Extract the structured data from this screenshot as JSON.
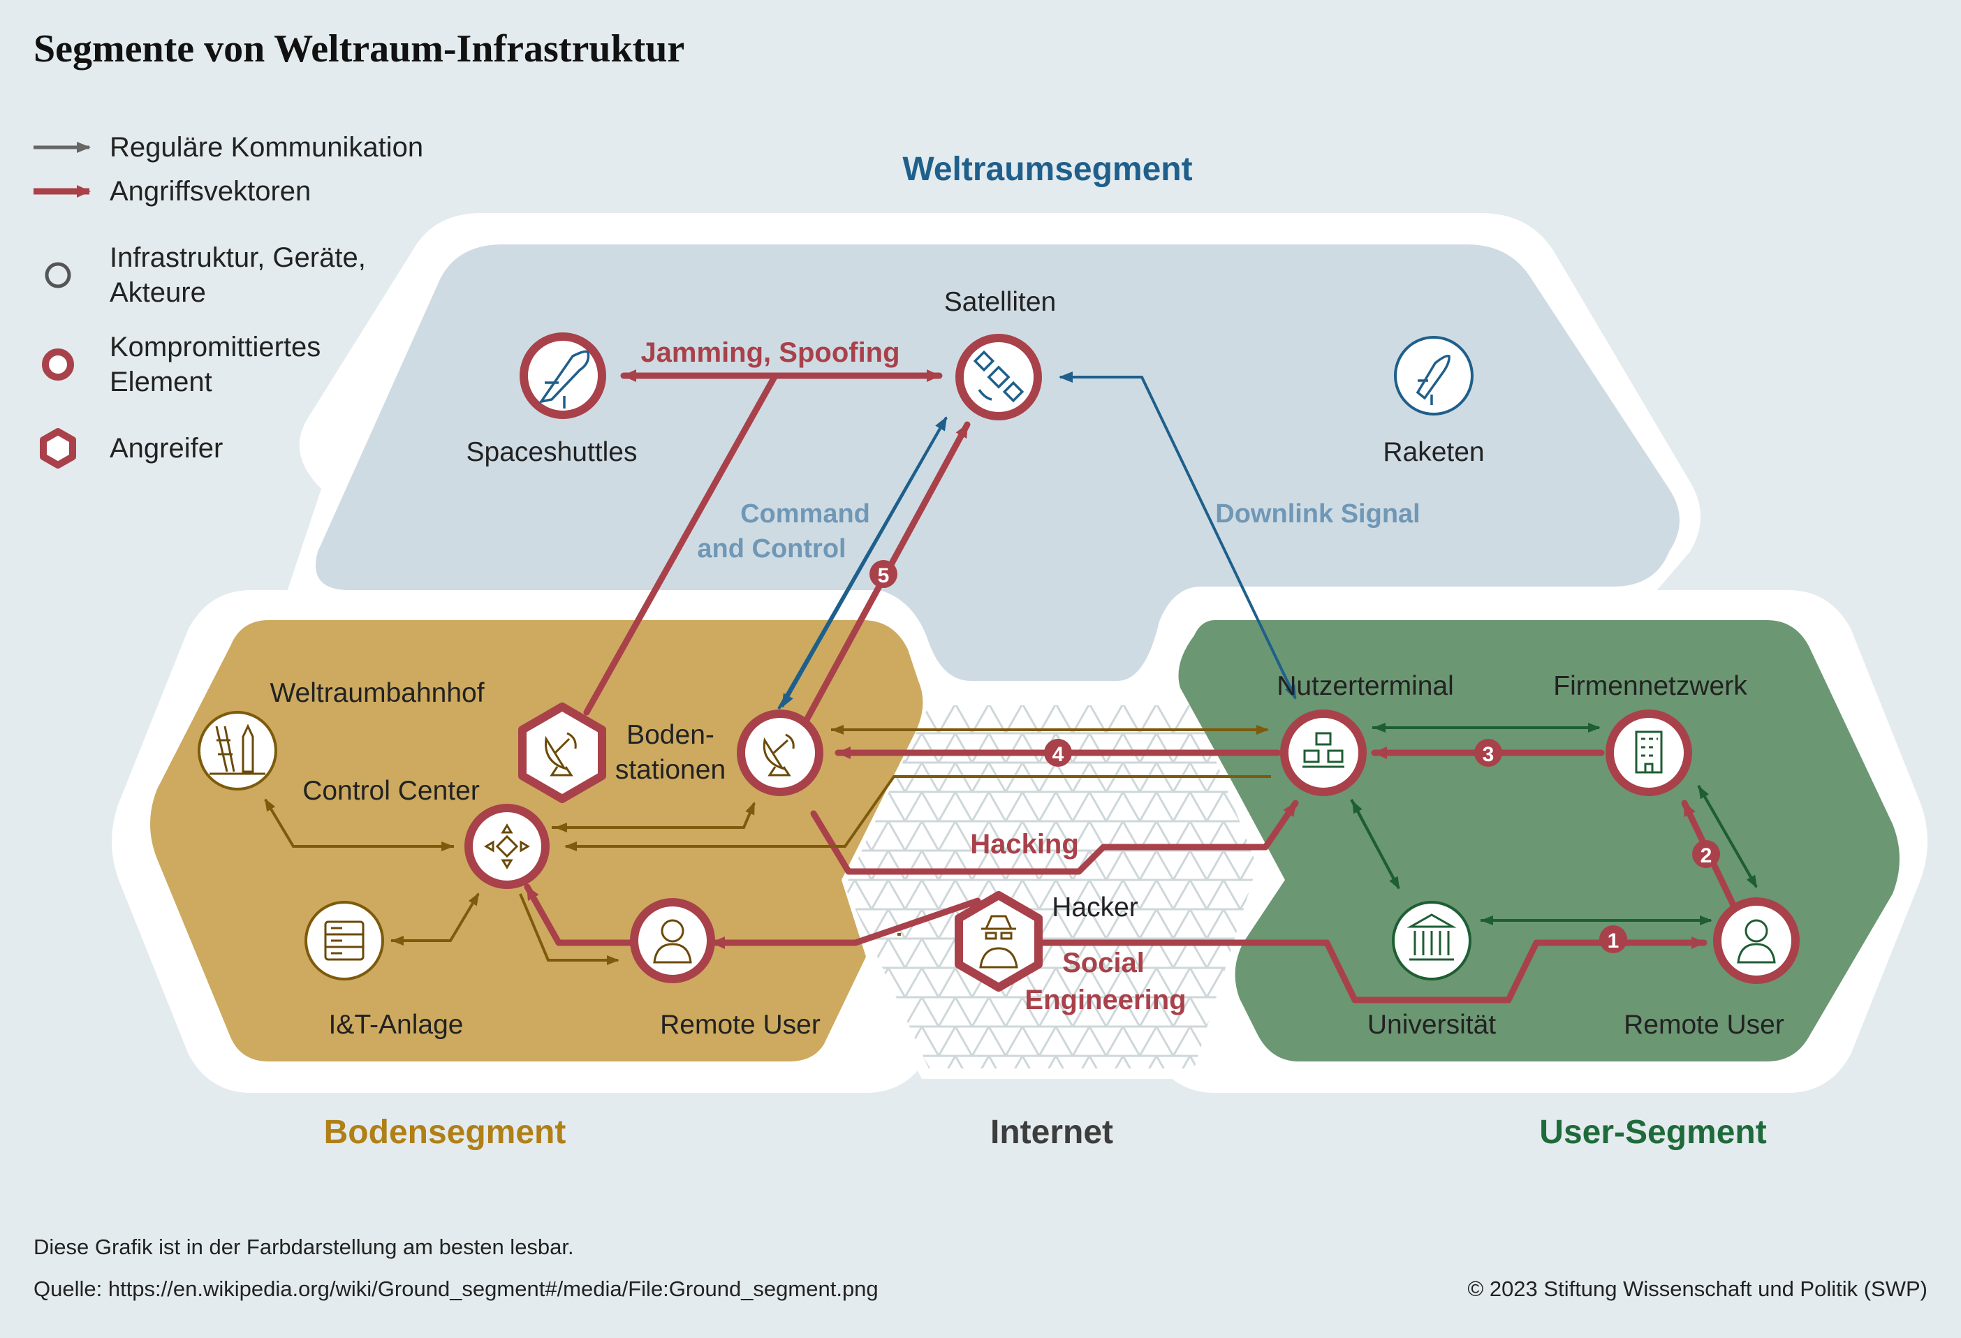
{
  "title": "Segmente von Weltraum-Infrastruktur",
  "legend": {
    "regular": "Reguläre Kommunikation",
    "attack": "Angriffsvektoren",
    "infra_line1": "Infrastruktur, Geräte,",
    "infra_line2": "Akteure",
    "comp_line1": "Kompromittiertes",
    "comp_line2": "Element",
    "attacker": "Angreifer"
  },
  "segments": {
    "space": "Weltraumsegment",
    "ground": "Bodensegment",
    "internet": "Internet",
    "user": "User-Segment"
  },
  "nodes": {
    "satelliten": "Satelliten",
    "spaceshuttles": "Spaceshuttles",
    "raketen": "Raketen",
    "weltraumbahnhof": "Weltraumbahnhof",
    "bodenstationen_1": "Boden-",
    "bodenstationen_2": "stationen",
    "control_center": "Control Center",
    "it_anlage": "I&T-Anlage",
    "remote_user_ground": "Remote User",
    "hacker": "Hacker",
    "nutzerterminal": "Nutzerterminal",
    "firmennetzwerk": "Firmennetzwerk",
    "universitaet": "Universität",
    "remote_user_user": "Remote User"
  },
  "labels": {
    "jamming": "Jamming, Spoofing",
    "command_1": "Command",
    "command_2": "and Control",
    "downlink": "Downlink Signal",
    "hacking": "Hacking",
    "social_1": "Social",
    "social_2": "Engineering"
  },
  "badges": [
    "1",
    "2",
    "3",
    "4",
    "5"
  ],
  "footer": {
    "note": "Diese Grafik ist in der Farbdarstellung am besten lesbar.",
    "source": "Quelle: https://en.wikipedia.org/wiki/Ground_segment#/media/File:Ground_segment.png",
    "copyright": "© 2023 Stiftung Wissenschaft und Politik (SWP)"
  },
  "colors": {
    "background": "#e3ebee",
    "space_fill": "#cfdbe3",
    "ground_fill": "#cdaa5f",
    "user_fill": "#6b9773",
    "attack": "#a9414a",
    "space_blue": "#1f5f8b",
    "ground_brown": "#7d5a0c",
    "user_green": "#1e5e33",
    "label_blue_light": "#6f97b6",
    "ground_title": "#b07f16",
    "user_title": "#1f6a3a",
    "internet_title": "#3d3d3d"
  }
}
